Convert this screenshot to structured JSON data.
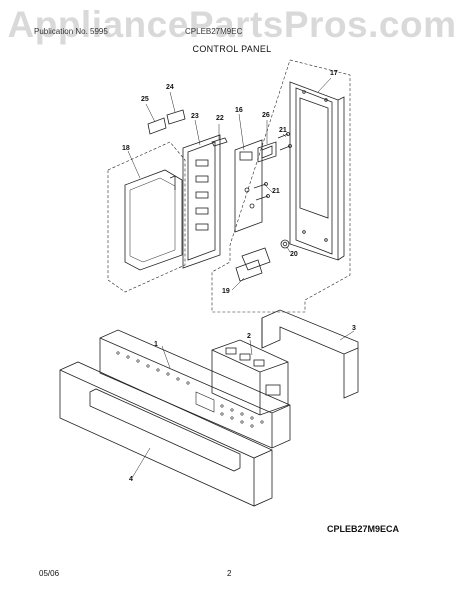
{
  "watermark": "AppliancePartsPros.com",
  "header": {
    "publication_left": "Publication No. 5995",
    "model_partial": "CPLEB27M9EC"
  },
  "title": "CONTROL PANEL",
  "model_code": "CPLEB27M9ECA",
  "footer": {
    "date": "05/06",
    "page": "2"
  },
  "callouts": [
    "1",
    "2",
    "3",
    "4",
    "16",
    "17",
    "18",
    "19",
    "20",
    "21",
    "21",
    "22",
    "23",
    "24",
    "25",
    "26"
  ]
}
